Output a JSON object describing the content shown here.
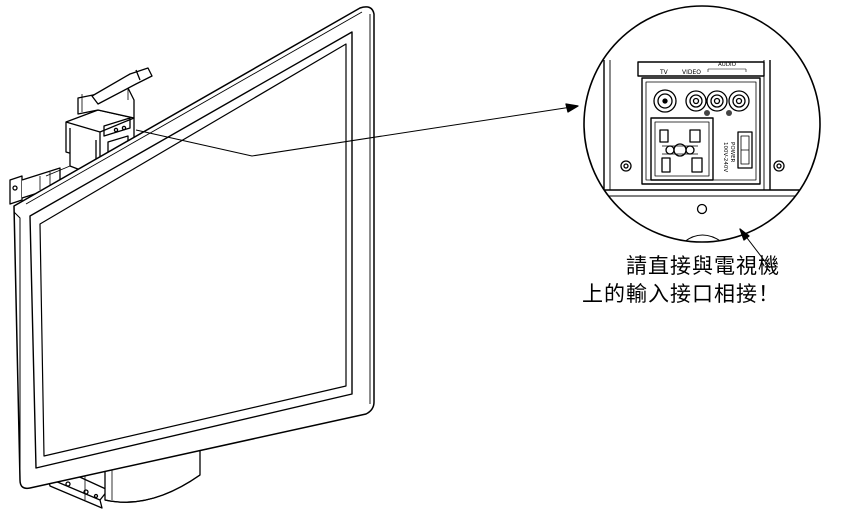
{
  "caption": {
    "line1": "請直接與電視機",
    "line2": "上的輸入接口相接！"
  },
  "panel": {
    "label_tv": "TV",
    "label_video": "VIDEO",
    "label_audio": "AUDIO",
    "label_voltage": "100V-240V",
    "label_power": "POWER"
  }
}
